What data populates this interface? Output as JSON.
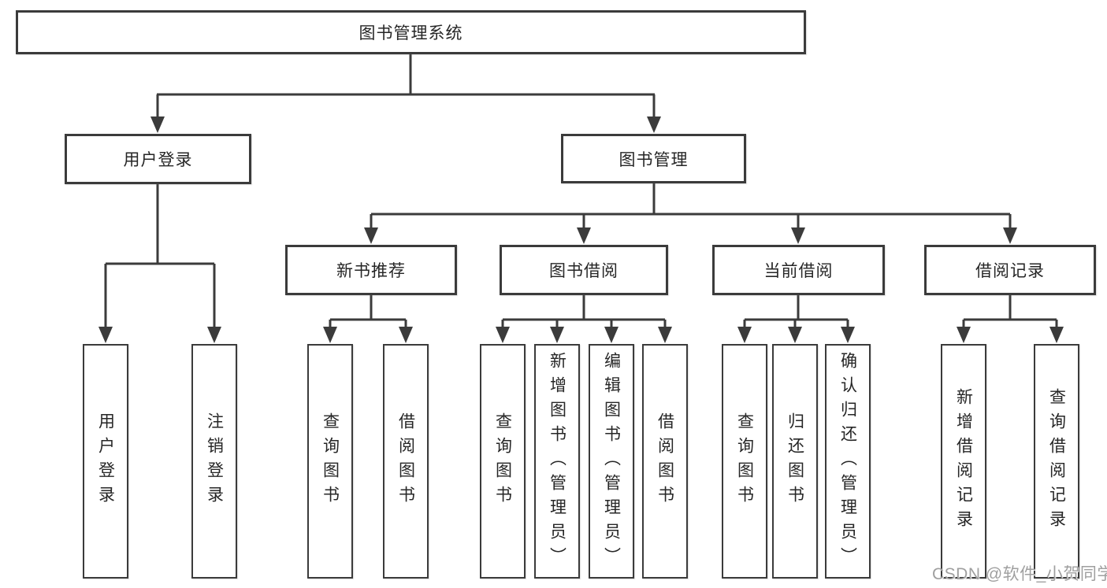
{
  "tree": {
    "label": "图书管理系统",
    "children": [
      {
        "label": "用户登录",
        "children": [
          {
            "label": "用户登录"
          },
          {
            "label": "注销登录"
          }
        ]
      },
      {
        "label": "图书管理",
        "children": [
          {
            "label": "新书推荐",
            "children": [
              {
                "label": "查询图书"
              },
              {
                "label": "借阅图书"
              }
            ]
          },
          {
            "label": "图书借阅",
            "children": [
              {
                "label": "查询图书"
              },
              {
                "label": "新增图书（管理员）"
              },
              {
                "label": "编辑图书（管理员）"
              },
              {
                "label": "借阅图书"
              }
            ]
          },
          {
            "label": "当前借阅",
            "children": [
              {
                "label": "查询图书"
              },
              {
                "label": "归还图书"
              },
              {
                "label": "确认归还（管理员）"
              }
            ]
          },
          {
            "label": "借阅记录",
            "children": [
              {
                "label": "新增借阅记录"
              },
              {
                "label": "查询借阅记录"
              }
            ]
          }
        ]
      }
    ]
  },
  "watermark": "CSDN @软件_小贺同学",
  "colors": {
    "line": "#3b3b3b",
    "box_border": "#3b3b3b",
    "text": "#262626",
    "watermark": "#9f9f9f",
    "background": "#ffffff"
  }
}
